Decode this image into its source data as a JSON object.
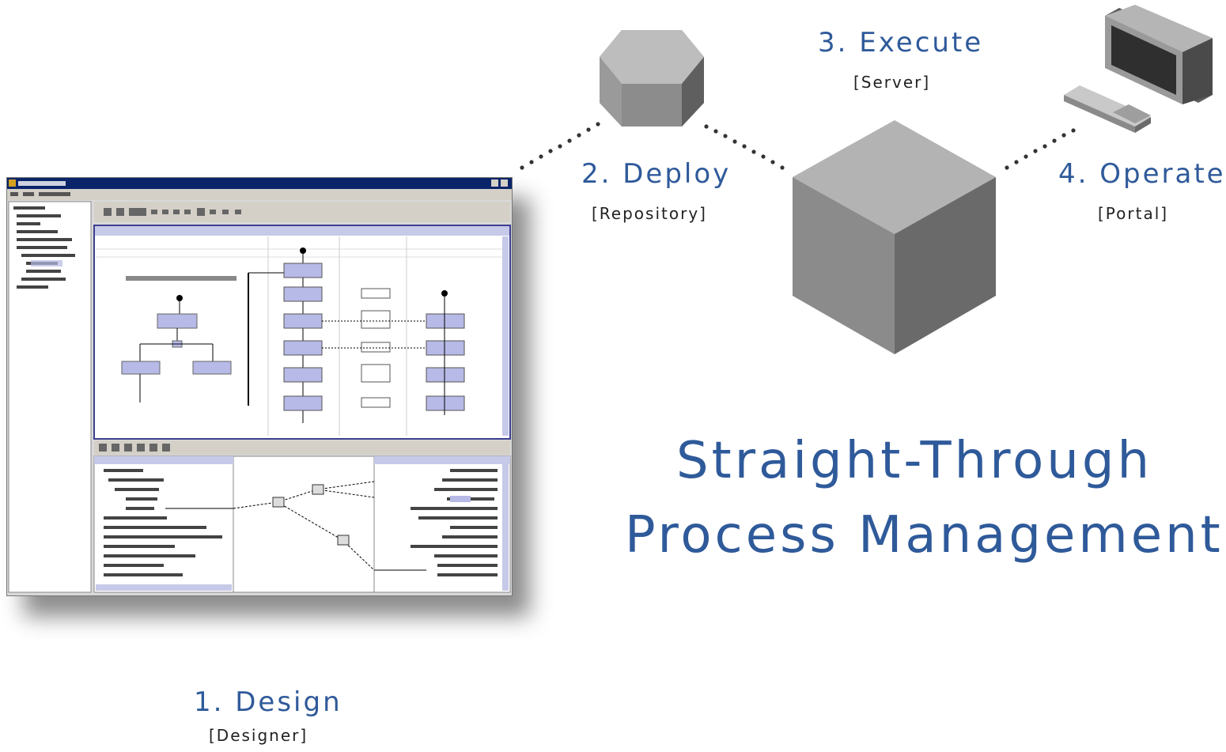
{
  "headline": {
    "line1": "Straight-Through",
    "line2": "Process Management"
  },
  "steps": [
    {
      "title": "1. Design",
      "subtitle": "[Designer]"
    },
    {
      "title": "2. Deploy",
      "subtitle": "[Repository]"
    },
    {
      "title": "3. Execute",
      "subtitle": "[Server]"
    },
    {
      "title": "4. Operate",
      "subtitle": "[Portal]"
    }
  ],
  "colors": {
    "accent": "#2f5a9a",
    "shape_light": "#b9b9b9",
    "shape_mid": "#8a8a8a",
    "shape_dark": "#5e5e5e",
    "window_title": "#0a246a"
  },
  "icons": [
    "repository-octagon-icon",
    "server-cube-icon",
    "portal-computer-icon",
    "designer-screenshot"
  ]
}
